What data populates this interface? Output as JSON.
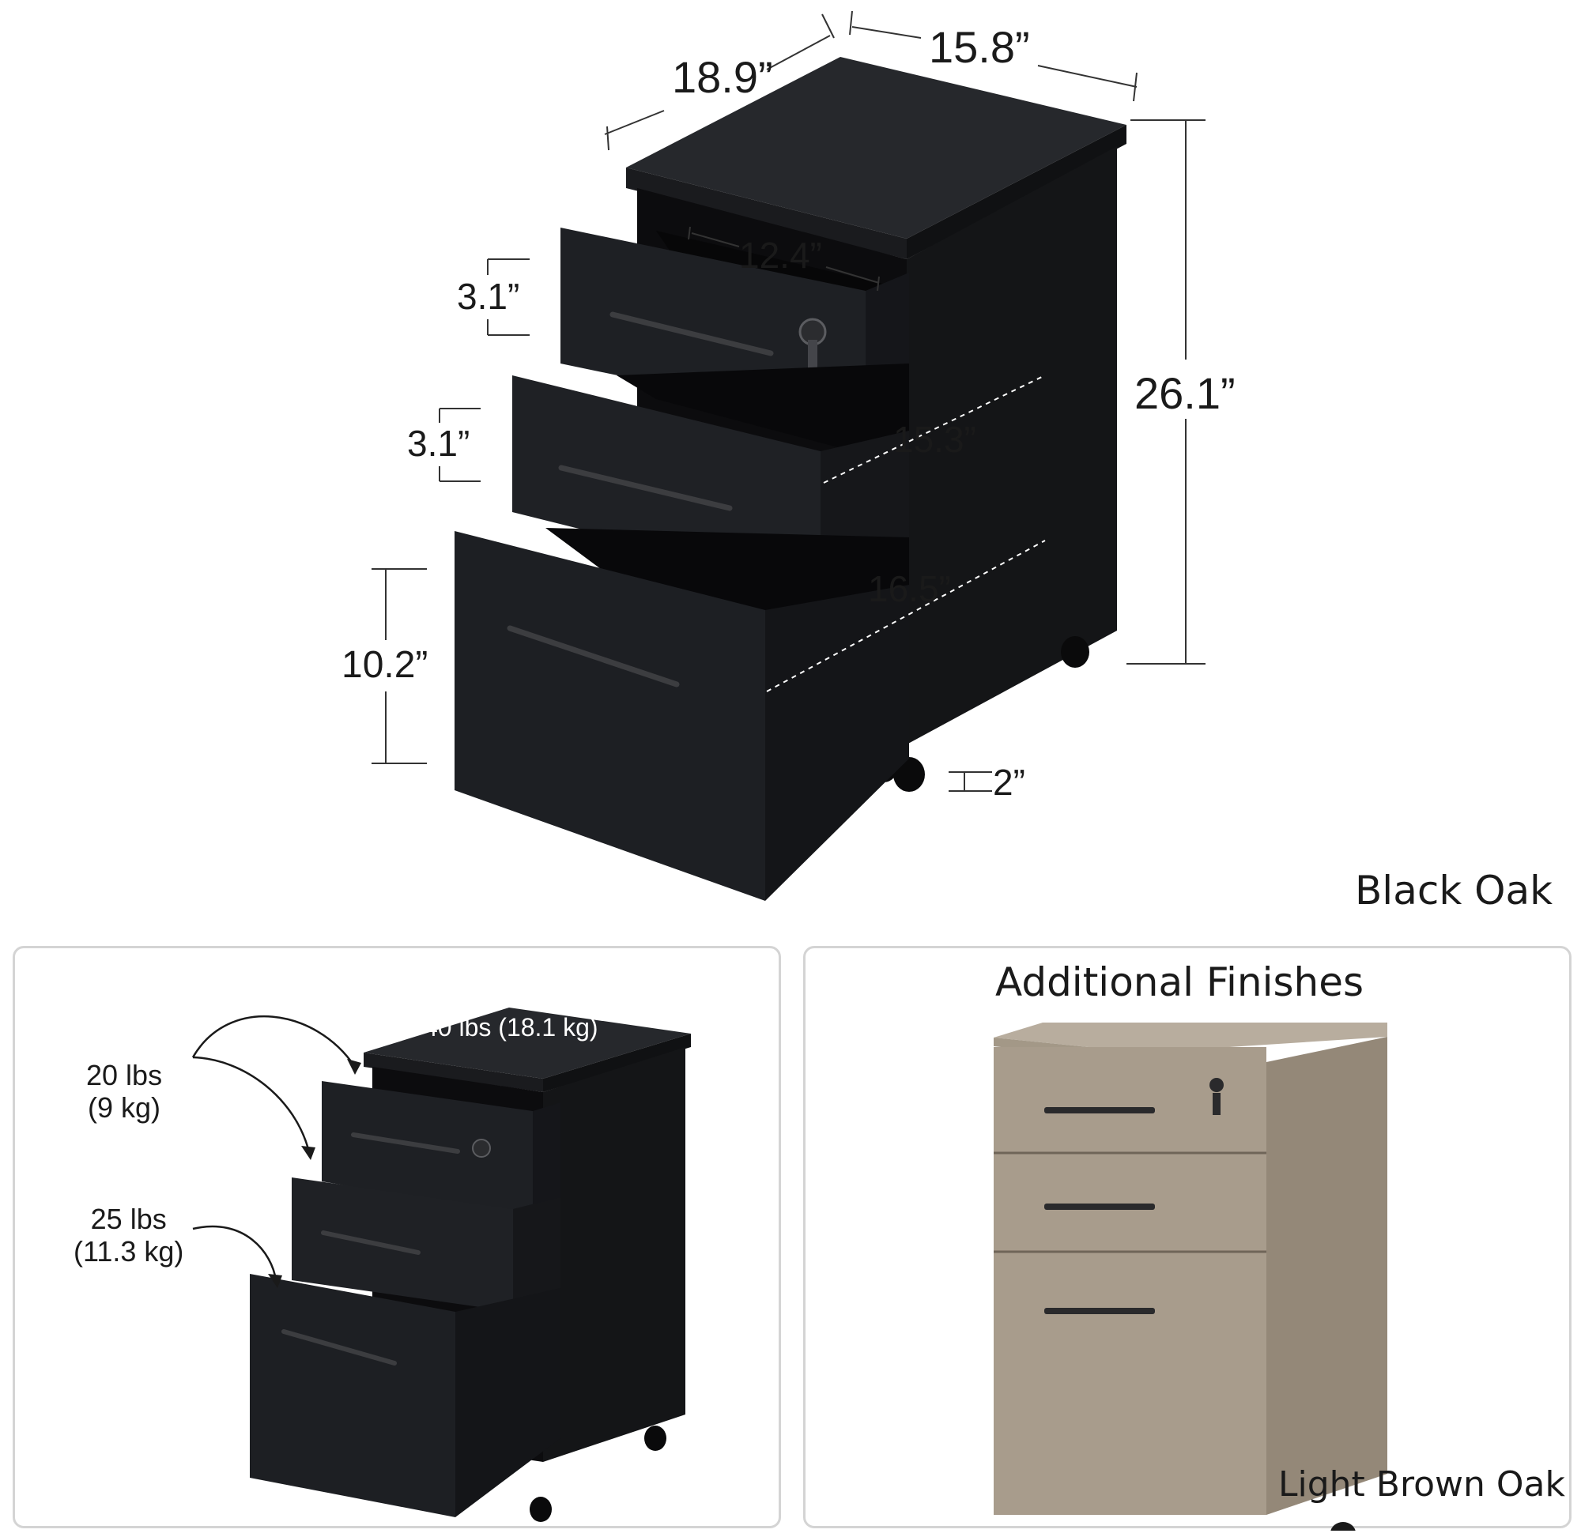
{
  "main_view": {
    "dimensions": {
      "depth": "18.9”",
      "width": "15.8”",
      "height": "26.1”",
      "drawer_inner_width": "12.4”",
      "top_drawer_height": "3.1”",
      "middle_drawer_height": "3.1”",
      "bottom_drawer_height": "10.2”",
      "middle_drawer_depth": "15.3”",
      "bottom_drawer_depth": "16.5”",
      "caster_height": "2”"
    },
    "finish_label": "Black Oak",
    "colors": {
      "black_oak_front": "#1c1e22",
      "black_oak_side": "#121315",
      "black_oak_top": "#24262a",
      "handle": "#3c3d40"
    }
  },
  "weight_panel": {
    "top_capacity": "40 lbs (18.1 kg)",
    "small_drawer_capacity": {
      "line1": "20 lbs",
      "line2": "(9 kg)"
    },
    "file_drawer_capacity": {
      "line1": "25 lbs",
      "line2": "(11.3 kg)"
    }
  },
  "finishes_panel": {
    "title": "Additional Finishes",
    "finish_label": "Light Brown Oak",
    "colors": {
      "light_oak_front": "#a89c8c",
      "light_oak_side": "#948878",
      "light_oak_top": "#b8ad9e"
    }
  }
}
